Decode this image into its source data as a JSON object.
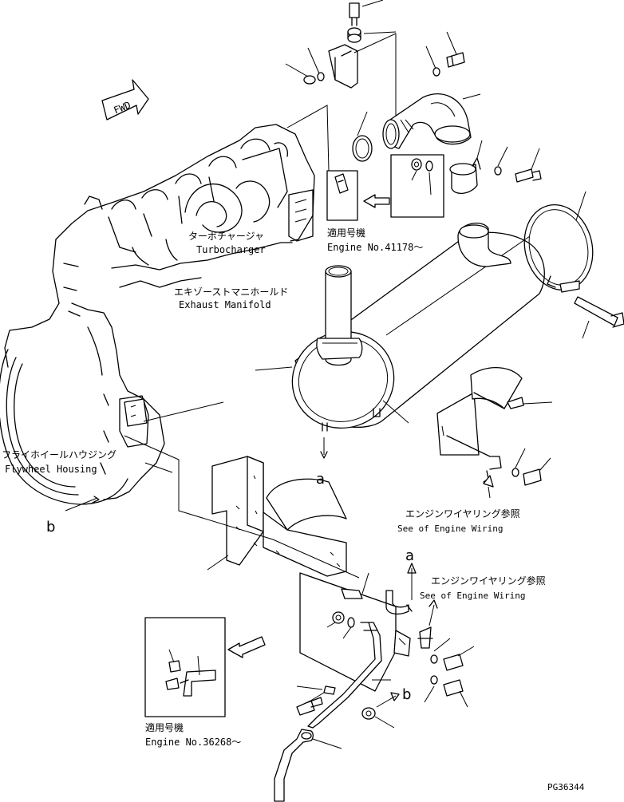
{
  "fwd_label": "FWD",
  "labels": {
    "turbo_jp": "ターボチャージャ",
    "turbo_en": "Turbocharger",
    "manifold_jp": "エキゾーストマニホールド",
    "manifold_en": "Exhaust Manifold",
    "flywheel_jp": "フライホイールハウジング",
    "flywheel_en": "Flywheel Housing",
    "wiring1_jp": "エンジンワイヤリング参照",
    "wiring1_en": "See of Engine Wiring",
    "wiring2_jp": "エンジンワイヤリング参照",
    "wiring2_en": "See of Engine Wiring",
    "applic1_jp": "適用号機",
    "applic1_en": "Engine No.41178～",
    "applic2_jp": "適用号機",
    "applic2_en": "Engine No.36268～",
    "ref_a1": "a",
    "ref_a2": "a",
    "ref_b1": "b",
    "ref_b2": "b",
    "code": "PG36344"
  }
}
